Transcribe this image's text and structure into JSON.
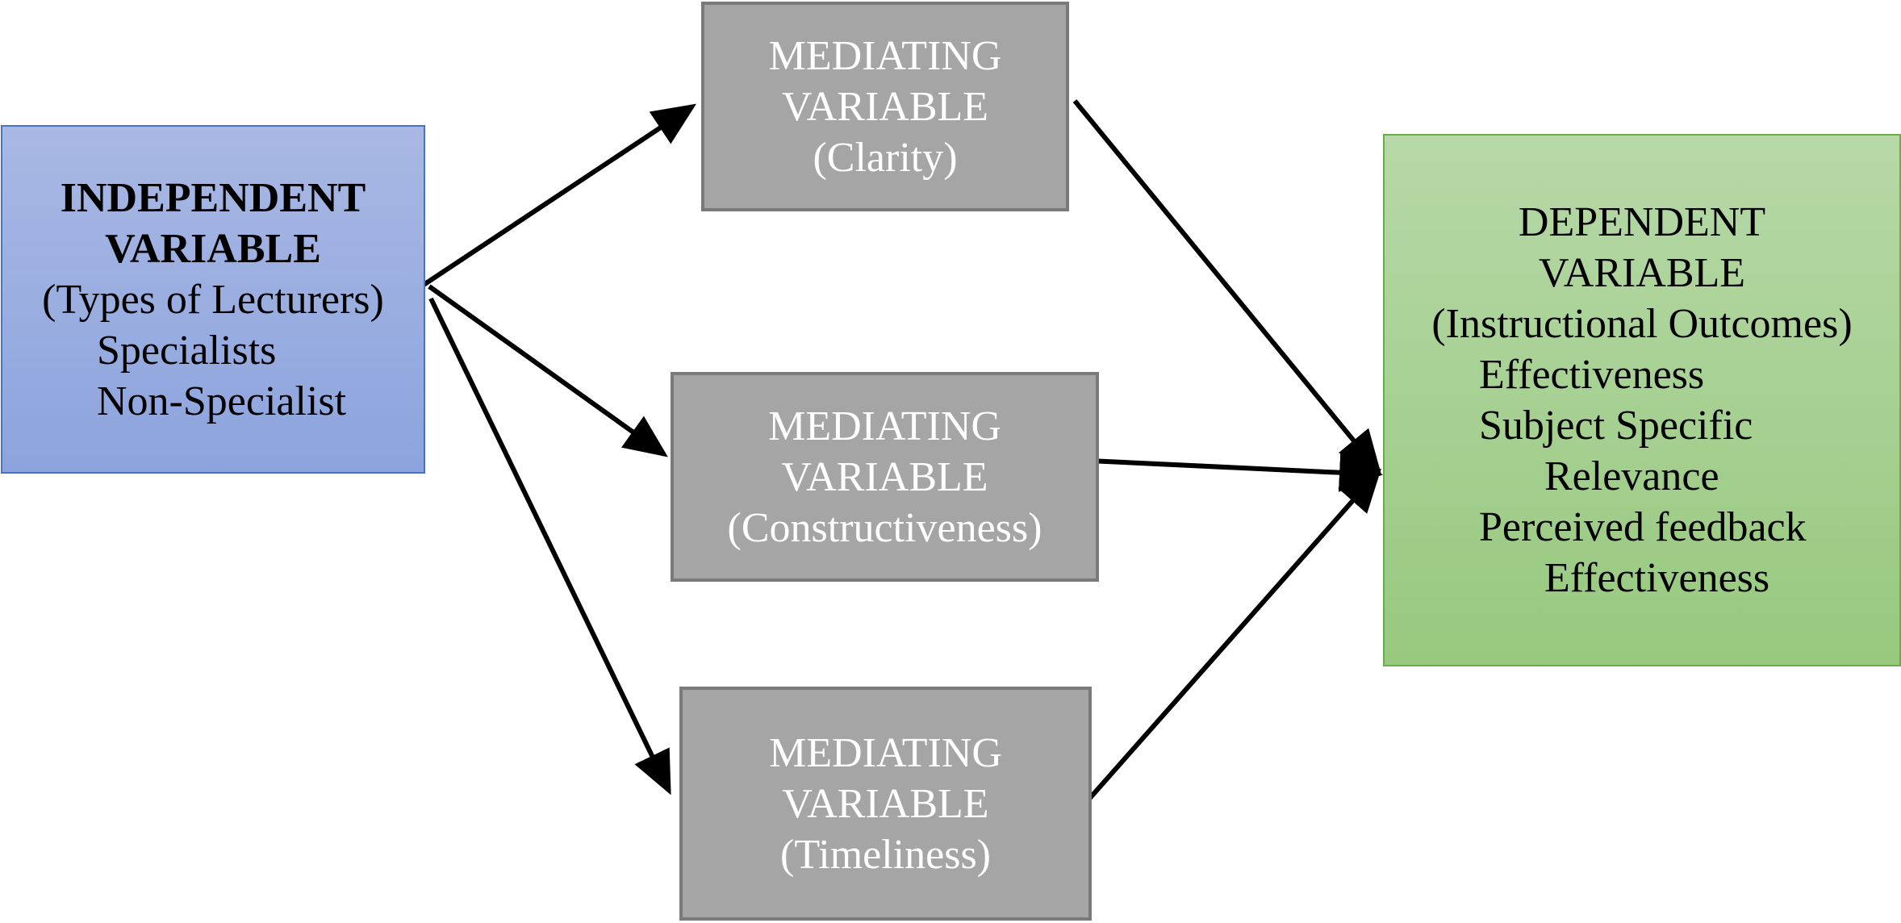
{
  "independent": {
    "title_line1": "INDEPENDENT",
    "title_line2": "VARIABLE",
    "subtitle": "(Types of Lecturers)",
    "items": [
      "Specialists",
      "Non-Specialist"
    ],
    "fill": "#9aade0",
    "border": "#4a72c4"
  },
  "mediating": [
    {
      "line1": "MEDIATING",
      "line2": "VARIABLE",
      "line3": "(Clarity)"
    },
    {
      "line1": "MEDIATING",
      "line2": "VARIABLE",
      "line3": "(Constructiveness)"
    },
    {
      "line1": "MEDIATING",
      "line2": "VARIABLE",
      "line3": "(Timeliness)"
    }
  ],
  "dependent": {
    "title_line1": "DEPENDENT",
    "title_line2": "VARIABLE",
    "subtitle": "(Instructional Outcomes)",
    "items": [
      "Effectiveness",
      "Subject Specific",
      "Relevance",
      "Perceived feedback",
      "Effectiveness"
    ],
    "fill": "#a9d18e",
    "border": "#6aab4c"
  },
  "colors": {
    "mediating_fill": "#a5a5a5",
    "mediating_border": "#7a7a7a",
    "arrow": "#000000"
  }
}
